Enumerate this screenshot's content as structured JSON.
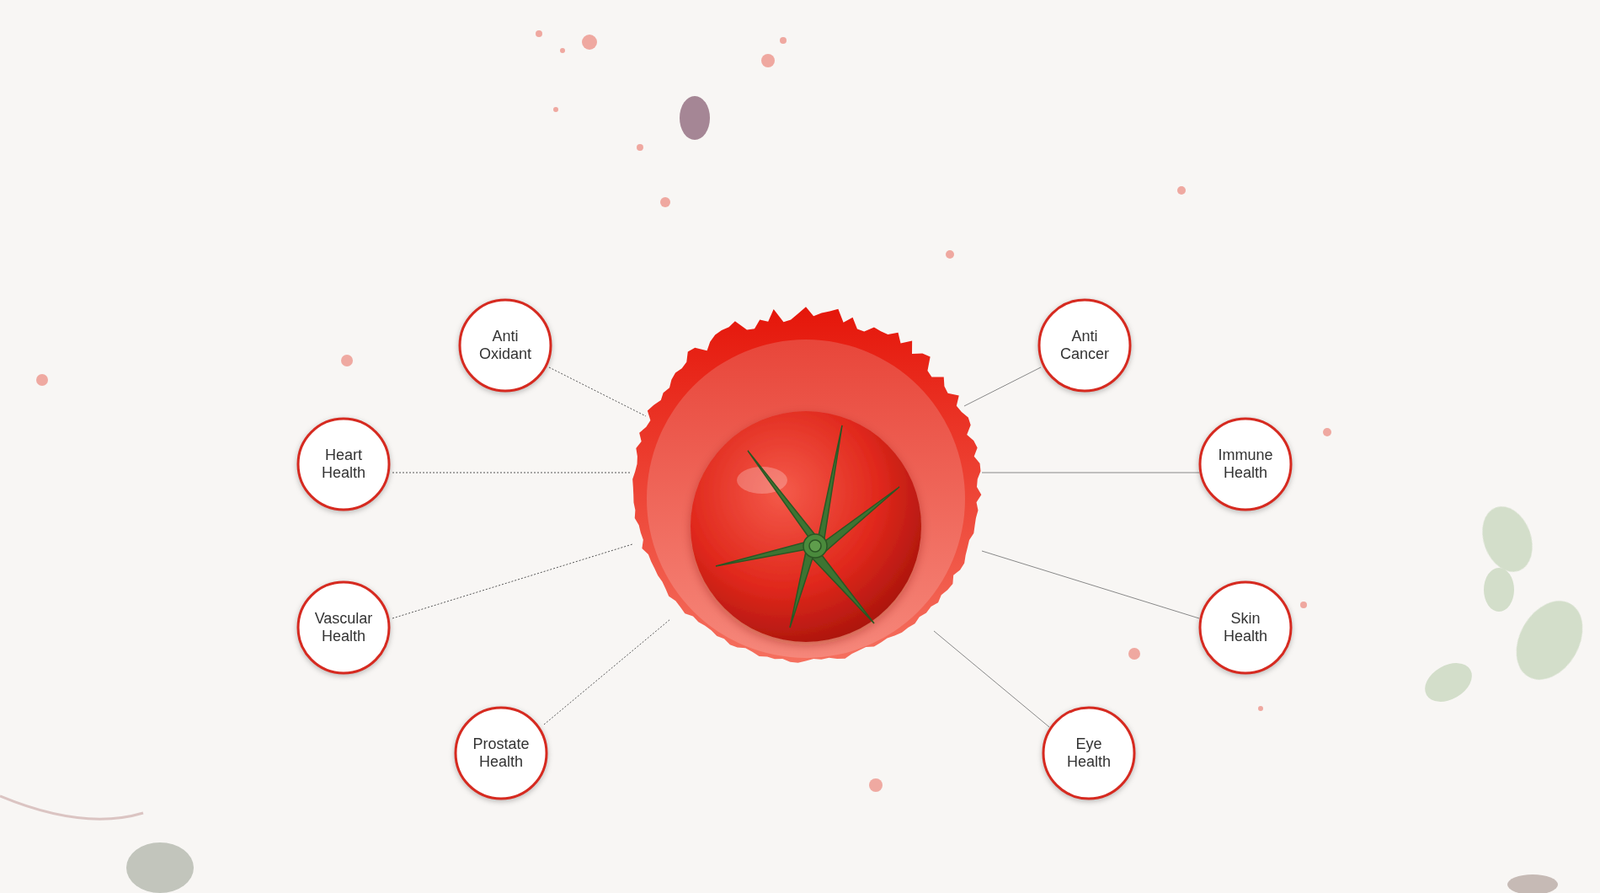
{
  "diagram": {
    "nodes": [
      {
        "text": [
          "Anti Oxidant"
        ]
      },
      {
        "text": [
          "Anti Cancer"
        ]
      },
      {
        "text": [
          "Heart Health"
        ]
      },
      {
        "text": [
          "Immune Health"
        ]
      },
      {
        "text": [
          "Vascular Health"
        ]
      },
      {
        "text": [
          "Skin Health"
        ]
      },
      {
        "text": [
          "Prostate Health"
        ]
      },
      {
        "text": [
          "Eye Health"
        ]
      }
    ]
  }
}
